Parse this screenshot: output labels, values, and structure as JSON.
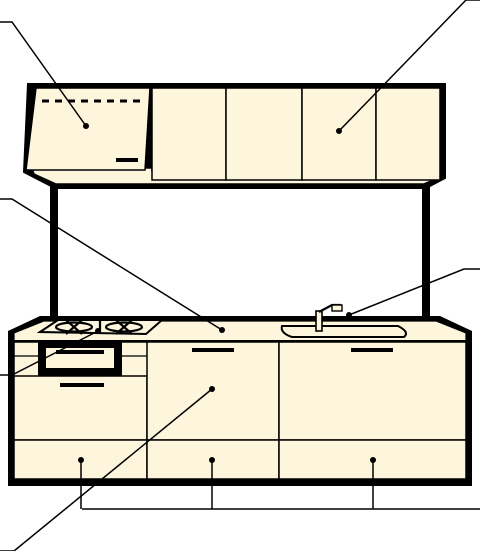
{
  "diagram": {
    "subject": "system-kitchen",
    "colors": {
      "panel_fill": "#fdf5dc",
      "outline": "#000000",
      "background": "#ffffff"
    },
    "parts": [
      "range-hood",
      "wall-cabinets",
      "countertop",
      "sink",
      "faucet",
      "gas-stove",
      "grill-drawer",
      "floor-cabinets",
      "plinth-drawers"
    ],
    "callouts": [
      {
        "target": "range-hood",
        "leader_side": "left"
      },
      {
        "target": "wall-cabinets",
        "leader_side": "right"
      },
      {
        "target": "countertop",
        "leader_side": "left"
      },
      {
        "target": "faucet-and-sink",
        "leader_side": "right"
      },
      {
        "target": "gas-stove",
        "leader_side": "left"
      },
      {
        "target": "floor-cabinets",
        "leader_side": "left"
      },
      {
        "target": "plinth-drawers",
        "leader_side": "right",
        "points": 3
      }
    ]
  }
}
